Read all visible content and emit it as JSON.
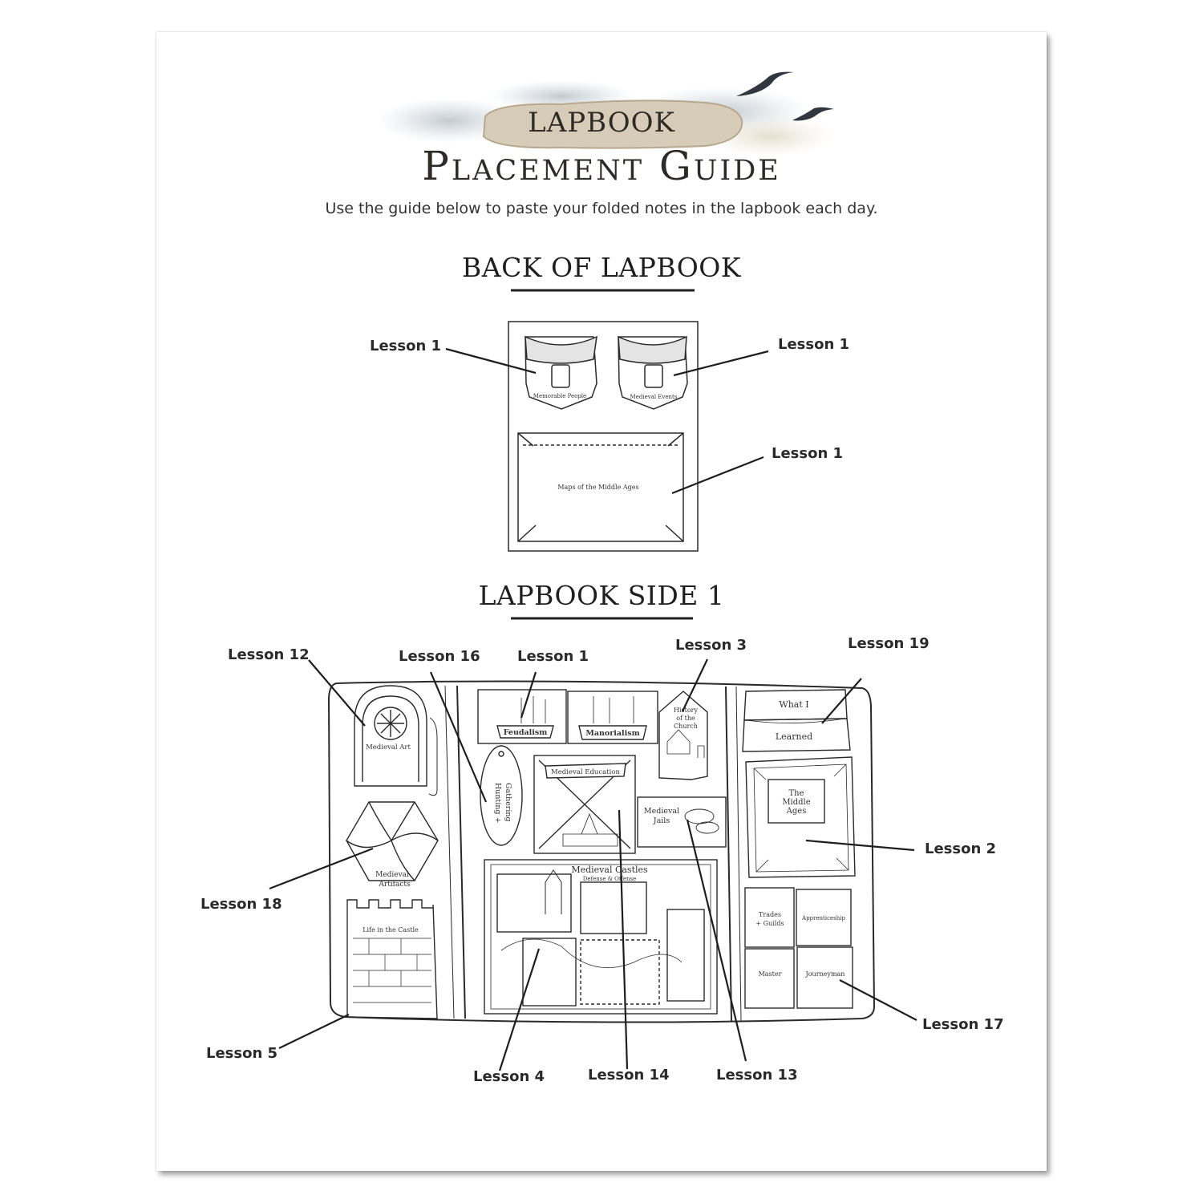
{
  "header": {
    "title_top": "LAPBOOK",
    "title_main": "Placement Guide",
    "subtitle": "Use the guide below to paste your folded notes in the lapbook each day."
  },
  "back": {
    "heading": "BACK OF LAPBOOK",
    "pocket_left": "Memorable People",
    "pocket_right": "Medieval Events",
    "envelope": "Maps of the Middle Ages",
    "labels": [
      "Lesson 1",
      "Lesson 1",
      "Lesson 1"
    ]
  },
  "side1": {
    "heading": "LAPBOOK SIDE 1",
    "items": {
      "medieval_art": "Medieval Art",
      "medieval_artifacts": [
        "Medieval",
        "Artifacts"
      ],
      "life_castle": "Life in the Castle",
      "hunting": [
        "Hunting +",
        "Gathering"
      ],
      "feudalism": "Feudalism",
      "manorialism": "Manorialism",
      "church": [
        "History",
        "of the",
        "Church"
      ],
      "education": "Medieval Education",
      "jails": [
        "Medieval",
        "Jails"
      ],
      "castles": "Medieval Castles",
      "castles_sub": "Defense & Offense",
      "what_i": "What I",
      "learned": "Learned",
      "middle_ages": [
        "The",
        "Middle",
        "Ages"
      ],
      "trades": [
        "Trades",
        "+ Guilds"
      ],
      "apprenticeship": "Apprenticeship",
      "master": "Master",
      "journeyman": "Journeyman"
    },
    "labels": {
      "l12": "Lesson 12",
      "l16": "Lesson 16",
      "l1": "Lesson 1",
      "l3": "Lesson 3",
      "l19": "Lesson 19",
      "l2": "Lesson 2",
      "l18": "Lesson 18",
      "l17": "Lesson 17",
      "l5": "Lesson 5",
      "l4": "Lesson 4",
      "l14": "Lesson 14",
      "l13": "Lesson 13"
    }
  },
  "colors": {
    "ink": "#2a2a2a",
    "parchment": "#cfc3ad",
    "watercolor": "#b9c3cc"
  }
}
